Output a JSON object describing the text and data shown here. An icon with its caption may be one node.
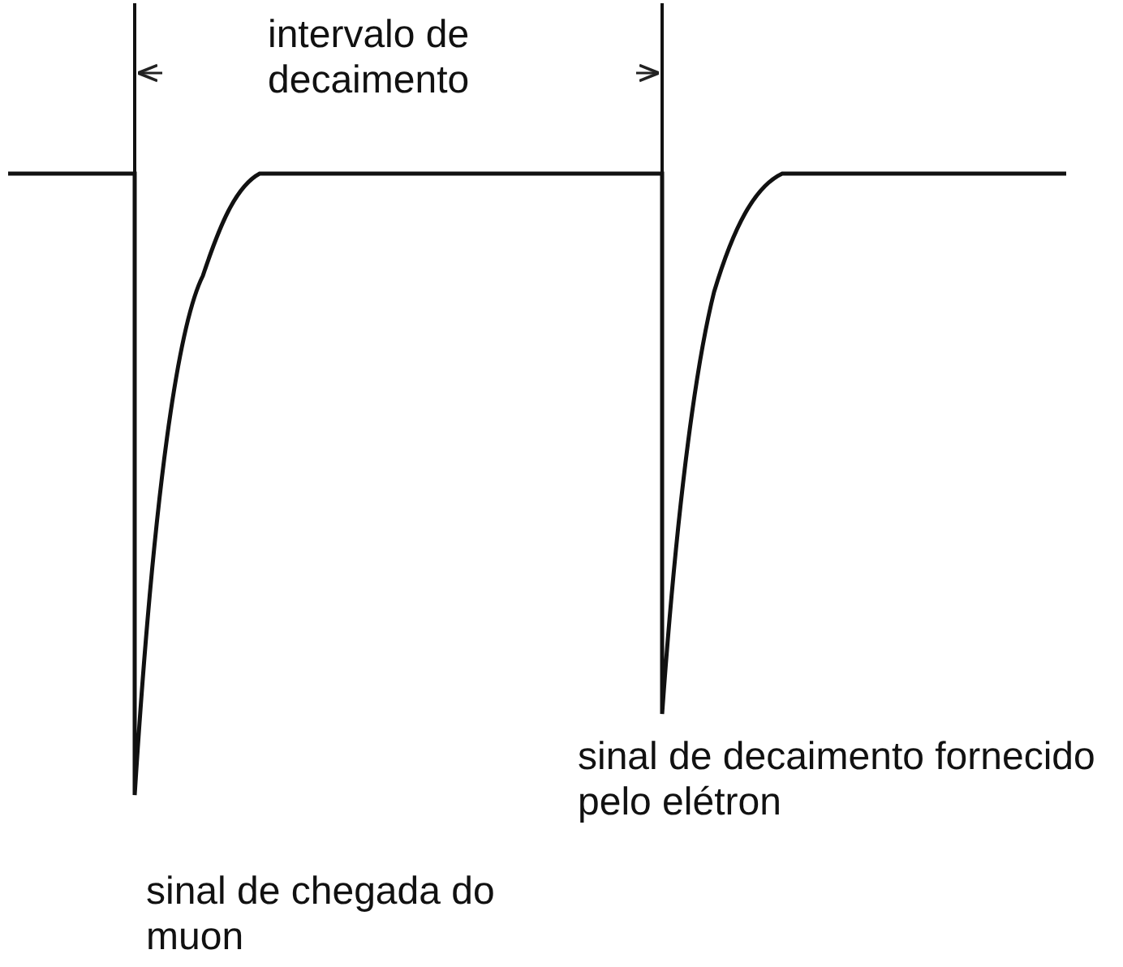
{
  "diagram": {
    "labels": [
      "intervalo de decaimento",
      "sinal de decaimento fornecido pelo elétron",
      "sinal de chegada do muon"
    ]
  }
}
